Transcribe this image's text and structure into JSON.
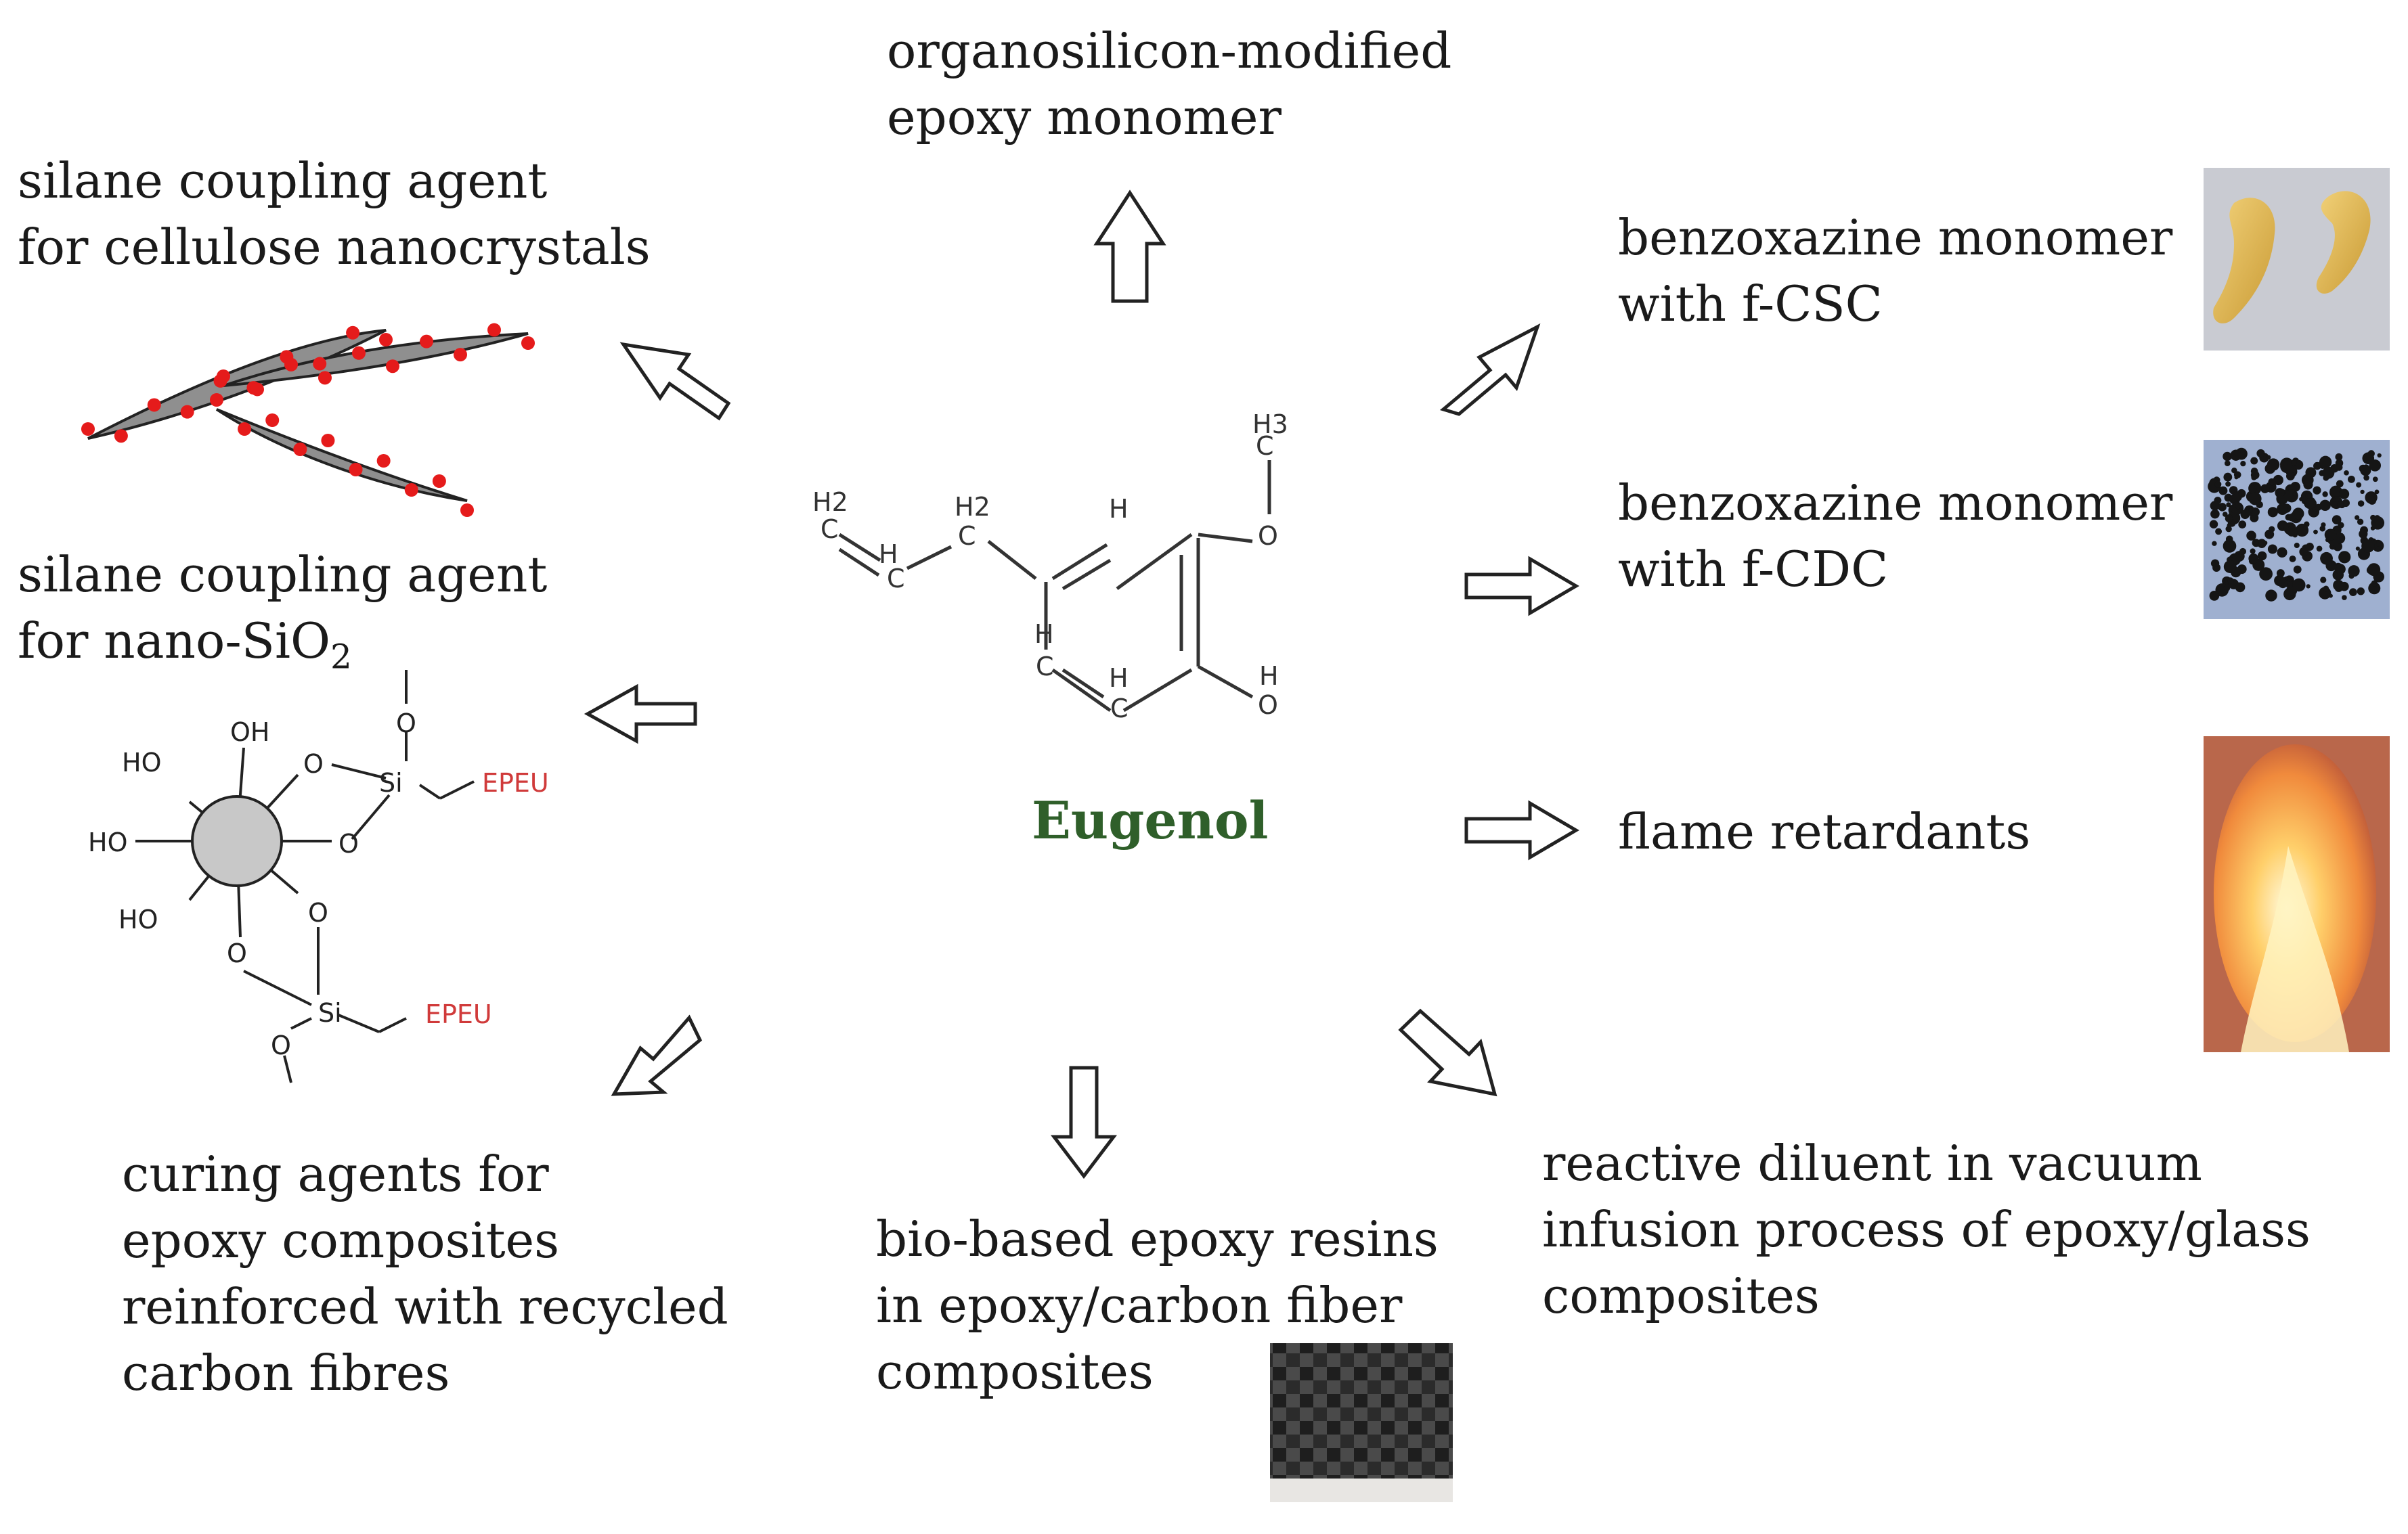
{
  "center": {
    "name": "Eugenol",
    "name_color": "#2f5f2a",
    "atoms": {
      "h2a": "H2",
      "h2b": "H2",
      "h1": "H",
      "c": "C",
      "h3": "H3",
      "o": "O",
      "h": "H"
    }
  },
  "labels": {
    "organosilicon": [
      "organosilicon-modified",
      "epoxy monomer"
    ],
    "silane_cnc": [
      "silane coupling agent",
      "for cellulose nanocrystals"
    ],
    "silane_sio2": {
      "line1": "silane coupling agent",
      "line2_prefix": "for nano-SiO",
      "line2_sub": "2"
    },
    "benzox_csc": [
      "benzoxazine monomer",
      "with f-CSC"
    ],
    "benzox_cdc": [
      "benzoxazine monomer",
      "with f-CDC"
    ],
    "flame": [
      "flame retardants"
    ],
    "curing": [
      "curing agents for",
      "epoxy composites",
      "reinforced with recycled",
      "carbon fibres"
    ],
    "biobased": [
      "bio-based epoxy resins",
      "in epoxy/carbon fiber",
      "composites"
    ],
    "reactive": [
      "reactive diluent in vacuum",
      "infusion process of epoxy/glass",
      "composites"
    ]
  },
  "sio2_scheme": {
    "oh": "OH",
    "ho": "HO",
    "o": "O",
    "si": "Si",
    "epeu": "EPEU",
    "epeu_color": "#d03a3a"
  },
  "images": {
    "cashew": "cashew-nut-photo",
    "cdc": "cardanol-derived-carbon-photo",
    "flame": "flame-photo",
    "carbon_fiber": "carbon-fiber-fabric-photo"
  },
  "colors": {
    "text": "#1a1a1a",
    "cnc_dots": "#e51b1b",
    "cnc_rods": "#8f8f8f",
    "sio2_particle": "#c8c8c8"
  }
}
